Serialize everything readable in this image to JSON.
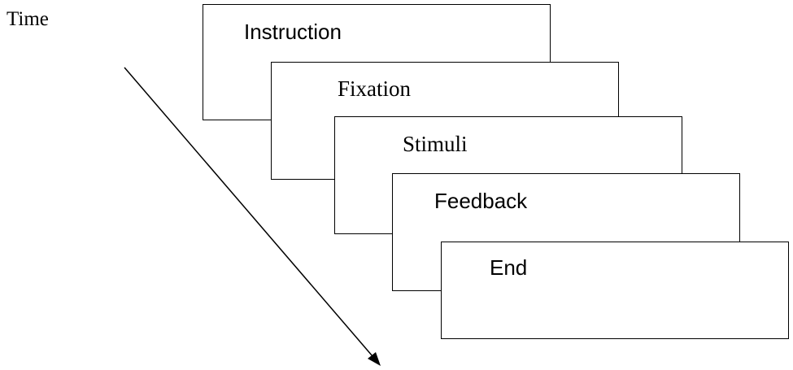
{
  "diagram": {
    "time_label": "Time",
    "frames": [
      {
        "label": "Instruction"
      },
      {
        "label": "Fixation"
      },
      {
        "label": "Stimuli"
      },
      {
        "label": "Feedback"
      },
      {
        "label": "End"
      }
    ]
  }
}
